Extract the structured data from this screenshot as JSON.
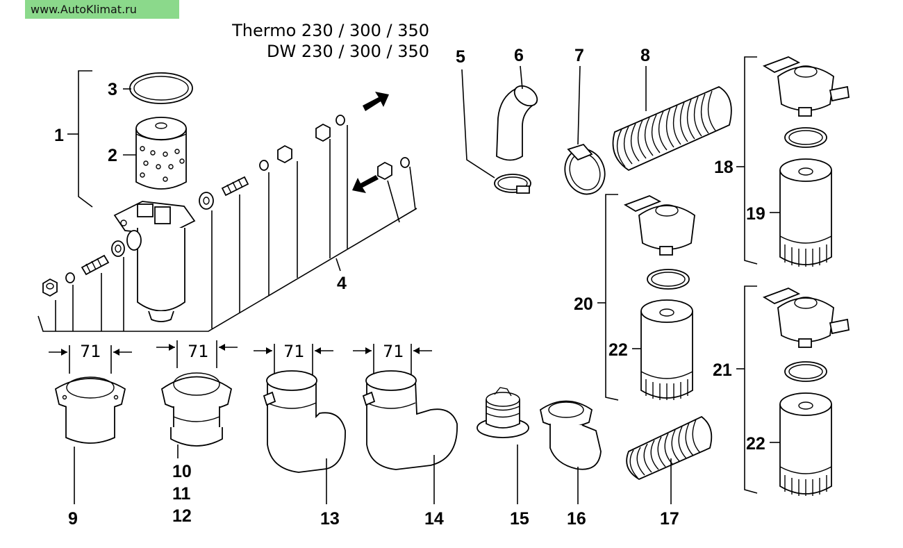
{
  "header": {
    "site": "www.AutoKlimat.ru",
    "title_line1": "Thermo 230 / 300 / 350",
    "title_line2": "DW 230 / 300 / 350"
  },
  "dimensions": {
    "d1": "71",
    "d2": "71",
    "d3": "71",
    "d4": "71"
  },
  "labels": {
    "l1": "1",
    "l2": "2",
    "l3": "3",
    "l4": "4",
    "l5": "5",
    "l6": "6",
    "l7": "7",
    "l8": "8",
    "l9": "9",
    "l10": "10",
    "l11": "11",
    "l12": "12",
    "l13": "13",
    "l14": "14",
    "l15": "15",
    "l16": "16",
    "l17": "17",
    "l18": "18",
    "l19": "19",
    "l20": "20",
    "l21": "21",
    "l22a": "22",
    "l22b": "22"
  }
}
